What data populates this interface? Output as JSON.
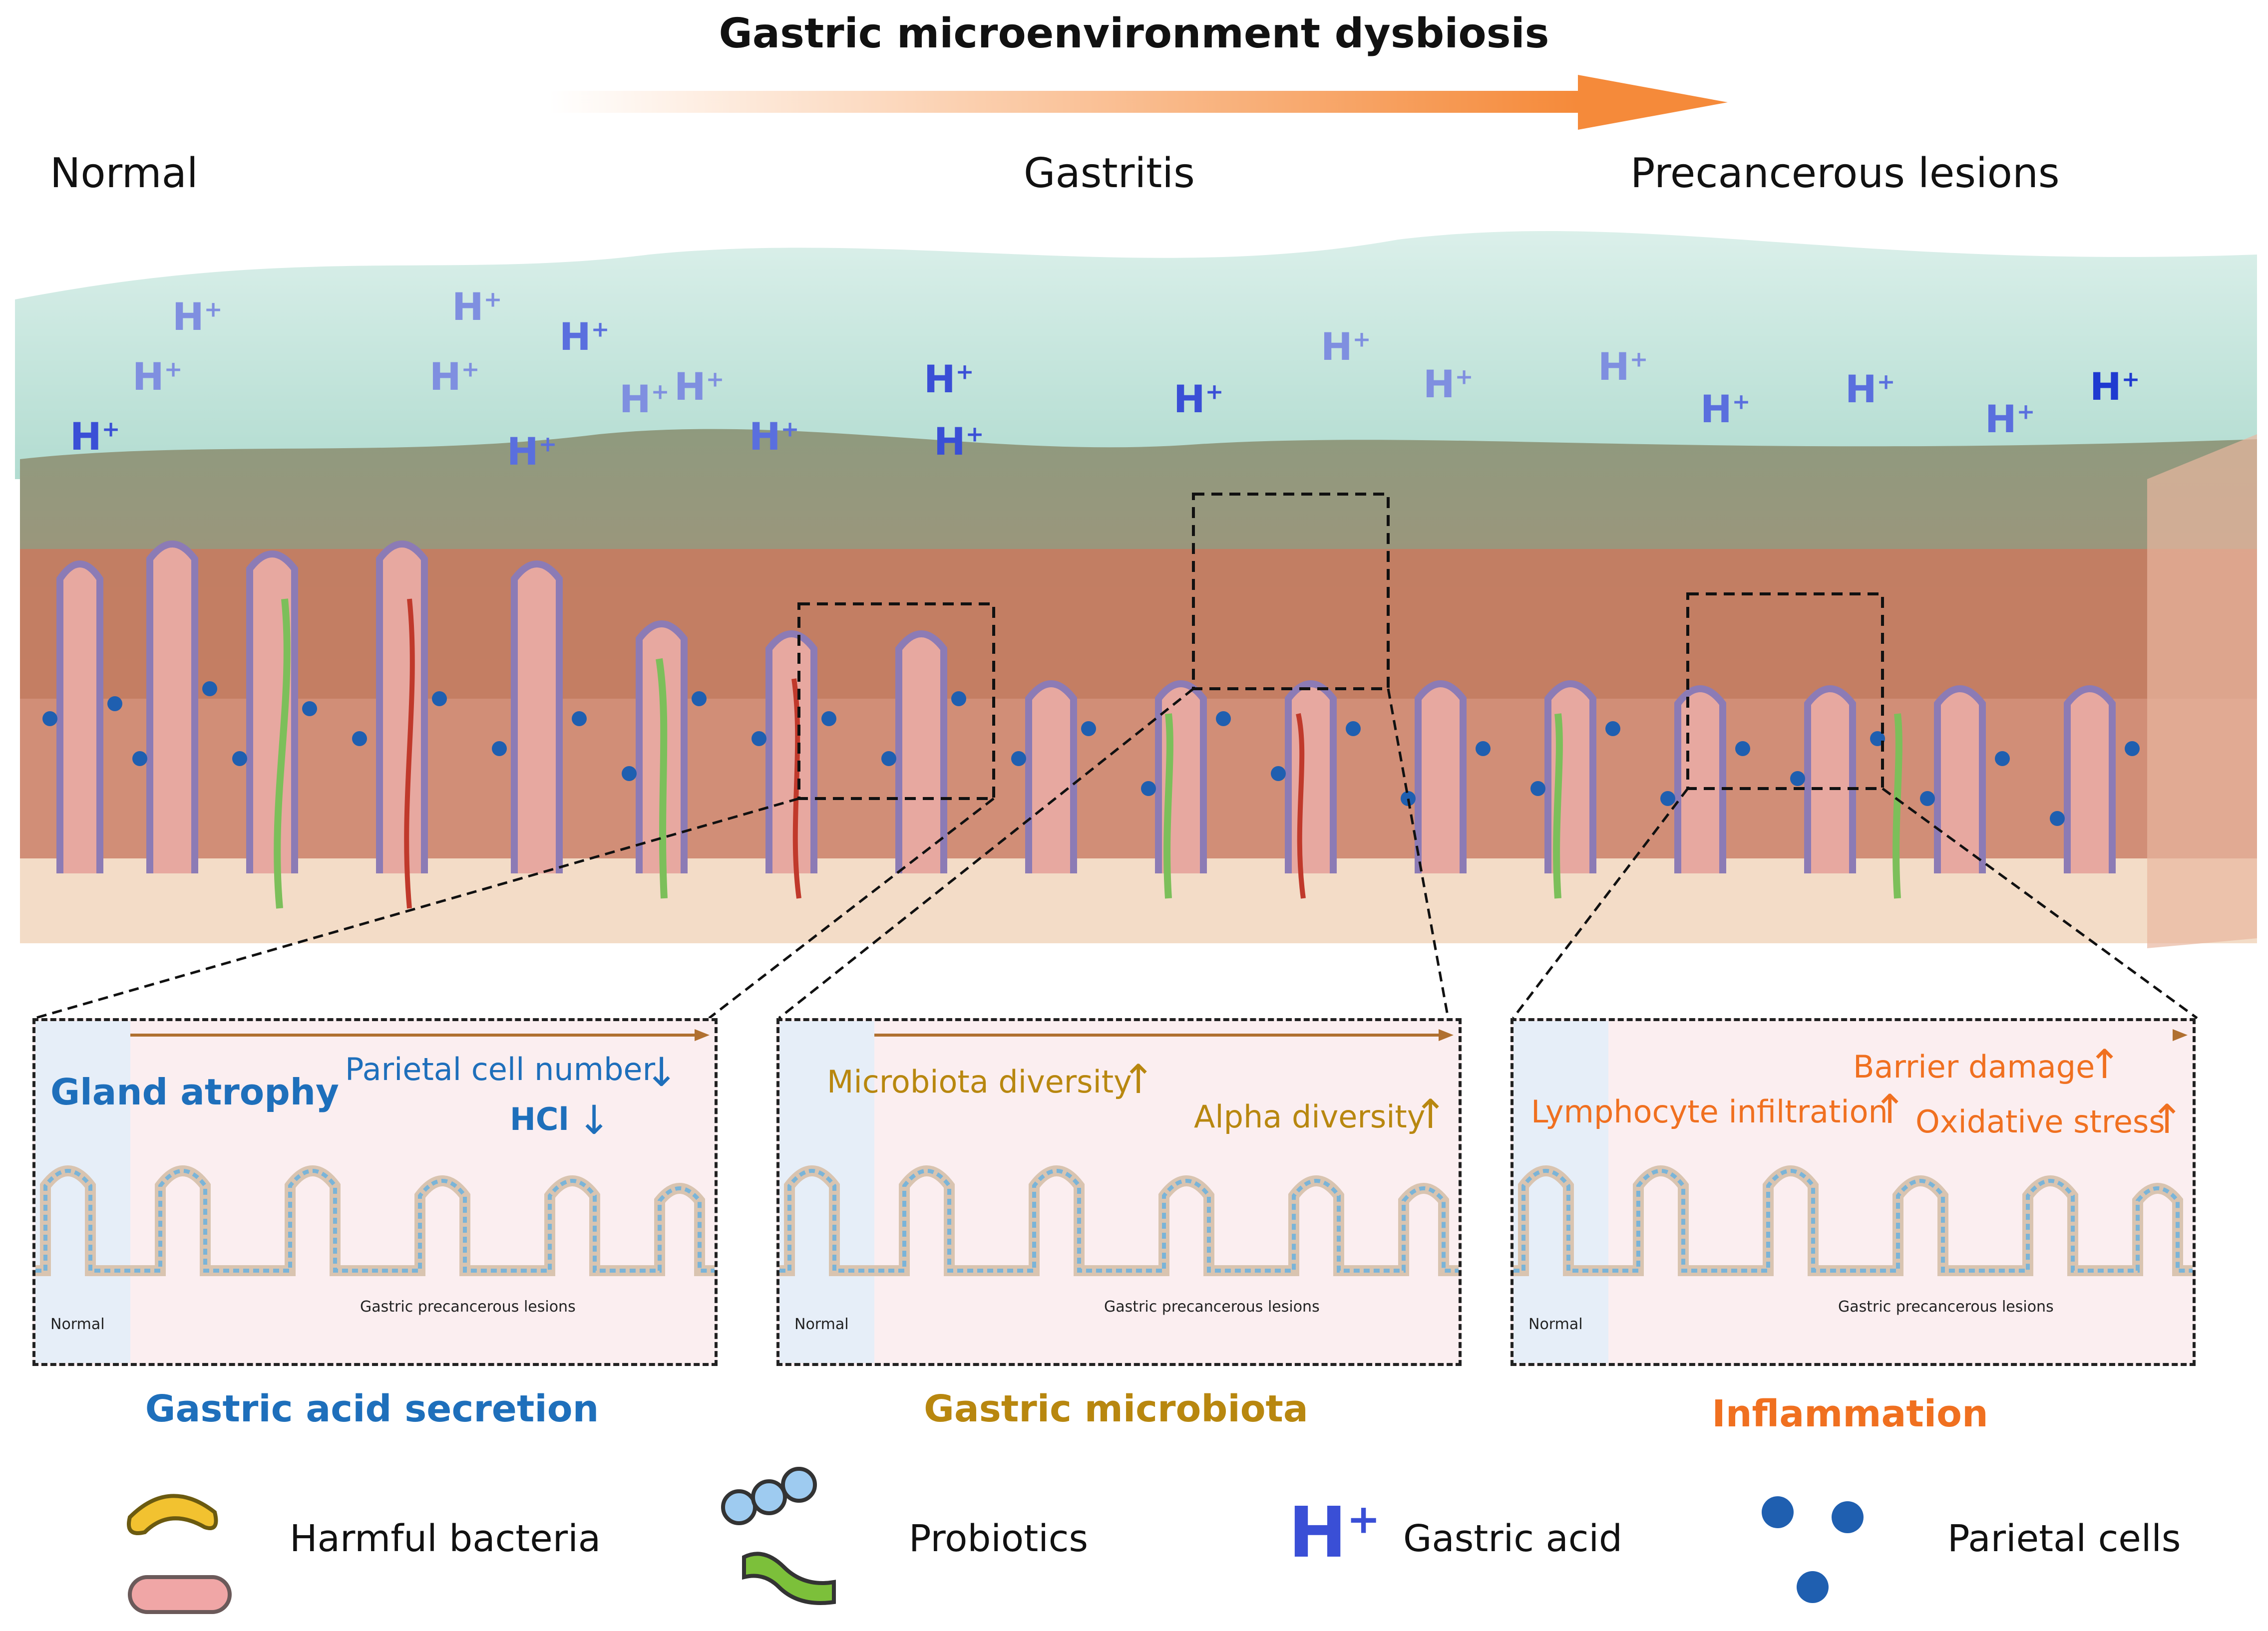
{
  "title": "Gastric microenvironment dysbiosis",
  "stages": [
    "Normal",
    "Gastritis",
    "Precancerous lesions"
  ],
  "ion_label": "H",
  "ion_sup": "+",
  "panels": [
    {
      "labels": [
        "Gland atrophy",
        "Parietal cell number",
        "HCl"
      ],
      "normal": "Normal",
      "lesion": "Gastric precancerous lesions",
      "caption": "Gastric acid secretion",
      "color": "#1e6fbb"
    },
    {
      "labels": [
        "Microbiota diversity",
        "Alpha diversity"
      ],
      "normal": "Normal",
      "lesion": "Gastric precancerous lesions",
      "caption": "Gastric microbiota",
      "color": "#b8870f"
    },
    {
      "labels": [
        "Barrier damage",
        "Lymphocyte infiltration",
        "Oxidative stress"
      ],
      "normal": "Normal",
      "lesion": "Gastric precancerous lesions",
      "caption": "Inflammation",
      "color": "#f07020"
    }
  ],
  "legend": {
    "harmful": "Harmful bacteria",
    "probiotics": "Probiotics",
    "acid": "Gastric acid",
    "parietal": "Parietal cells"
  },
  "colors": {
    "ion_blue": "#3a4fd6",
    "parietal_dot": "#1f5fb0",
    "arrow_orange": "#f58a3a"
  }
}
